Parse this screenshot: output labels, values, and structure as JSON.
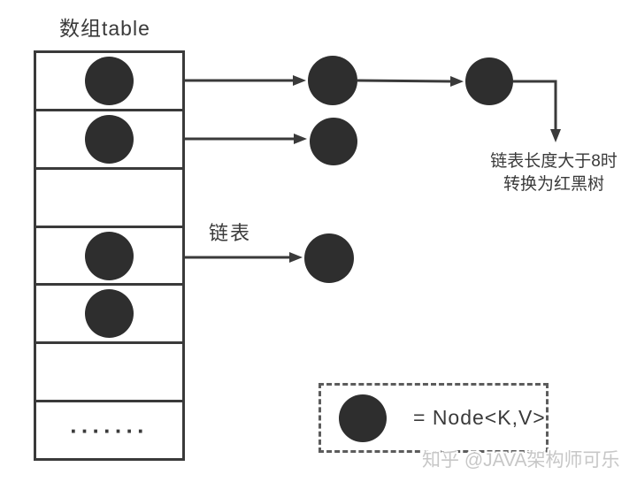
{
  "title": "数组table",
  "colors": {
    "ink": "#3a3a3a",
    "node_fill": "#2e2e2e",
    "legend_border": "#5c5c5c",
    "watermark": "#c7c7c7"
  },
  "array_table": {
    "rows": [
      {
        "type": "node"
      },
      {
        "type": "node"
      },
      {
        "type": "empty"
      },
      {
        "type": "node"
      },
      {
        "type": "node"
      },
      {
        "type": "empty"
      },
      {
        "type": "dots",
        "text": "·······"
      }
    ]
  },
  "chains": [
    {
      "bucket_row": 1,
      "external_nodes": 2,
      "has_treeify_arrow": true
    },
    {
      "bucket_row": 2,
      "external_nodes": 1
    },
    {
      "bucket_row": 4,
      "external_nodes": 1
    }
  ],
  "labels": {
    "linked_list": "链表",
    "treeify_line1": "链表长度大于8时",
    "treeify_line2": "转换为红黑树"
  },
  "legend": {
    "text": "= Node<K,V>"
  },
  "watermark": "知乎 @JAVA架构师可乐"
}
